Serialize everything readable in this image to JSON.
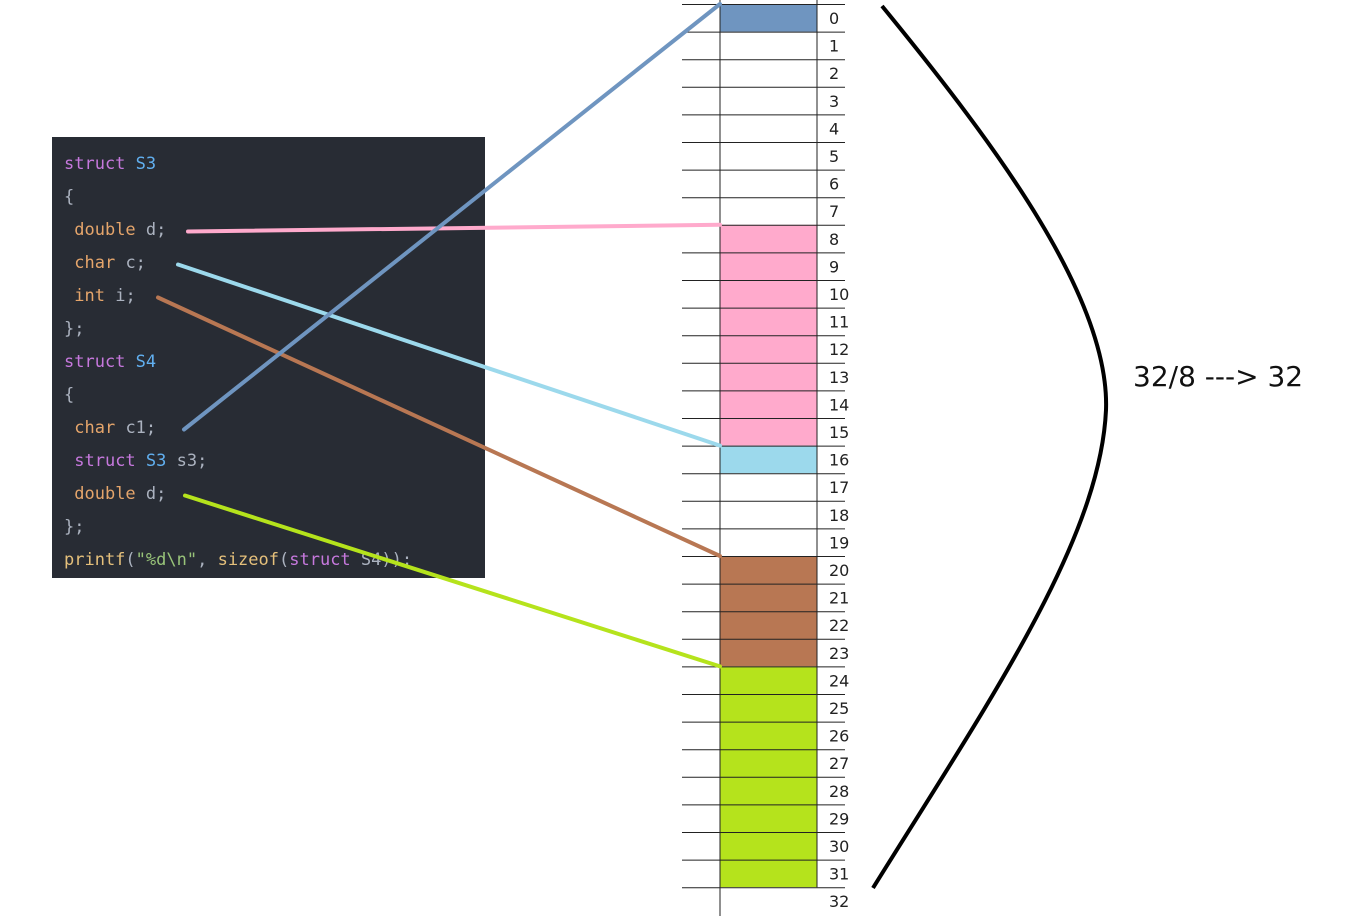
{
  "code": [
    [
      {
        "t": "struct",
        "c": "kw"
      },
      {
        "t": " ",
        "c": "plain"
      },
      {
        "t": "S3",
        "c": "name"
      }
    ],
    [
      {
        "t": "{",
        "c": "plain"
      }
    ],
    [
      {
        "t": " ",
        "c": "plain"
      },
      {
        "t": "double",
        "c": "type"
      },
      {
        "t": " d;",
        "c": "plain"
      }
    ],
    [
      {
        "t": " ",
        "c": "plain"
      },
      {
        "t": "char",
        "c": "type"
      },
      {
        "t": " c;",
        "c": "plain"
      }
    ],
    [
      {
        "t": " ",
        "c": "plain"
      },
      {
        "t": "int",
        "c": "type"
      },
      {
        "t": " i;",
        "c": "plain"
      }
    ],
    [
      {
        "t": "};",
        "c": "plain"
      }
    ],
    [
      {
        "t": "struct",
        "c": "kw"
      },
      {
        "t": " ",
        "c": "plain"
      },
      {
        "t": "S4",
        "c": "name"
      }
    ],
    [
      {
        "t": "{",
        "c": "plain"
      }
    ],
    [
      {
        "t": " ",
        "c": "plain"
      },
      {
        "t": "char",
        "c": "type"
      },
      {
        "t": " c1;",
        "c": "plain"
      }
    ],
    [
      {
        "t": " ",
        "c": "plain"
      },
      {
        "t": "struct",
        "c": "kw"
      },
      {
        "t": " ",
        "c": "plain"
      },
      {
        "t": "S3",
        "c": "name"
      },
      {
        "t": " s3;",
        "c": "plain"
      }
    ],
    [
      {
        "t": " ",
        "c": "plain"
      },
      {
        "t": "double",
        "c": "type"
      },
      {
        "t": " d;",
        "c": "plain"
      }
    ],
    [
      {
        "t": "};",
        "c": "plain"
      }
    ],
    [
      {
        "t": "printf",
        "c": "fn"
      },
      {
        "t": "(",
        "c": "plain"
      },
      {
        "t": "\"%d\\n\"",
        "c": "str"
      },
      {
        "t": ", ",
        "c": "plain"
      },
      {
        "t": "sizeof",
        "c": "fn"
      },
      {
        "t": "(",
        "c": "plain"
      },
      {
        "t": "struct",
        "c": "kw"
      },
      {
        "t": " S4));",
        "c": "plain"
      }
    ]
  ],
  "memory": {
    "indices": [
      "0",
      "1",
      "2",
      "3",
      "4",
      "5",
      "6",
      "7",
      "8",
      "9",
      "10",
      "11",
      "12",
      "13",
      "14",
      "15",
      "16",
      "17",
      "18",
      "19",
      "20",
      "21",
      "22",
      "23",
      "24",
      "25",
      "26",
      "27",
      "28",
      "29",
      "30",
      "31",
      "32"
    ],
    "blocks": [
      {
        "member": "c1",
        "start": 0,
        "end": 1,
        "color": "#6f95c0"
      },
      {
        "member": "d",
        "start": 8,
        "end": 16,
        "color": "#ffaacc"
      },
      {
        "member": "c",
        "start": 16,
        "end": 17,
        "color": "#9cd9ec"
      },
      {
        "member": "i",
        "start": 20,
        "end": 24,
        "color": "#b87753"
      },
      {
        "member": "d",
        "start": 24,
        "end": 32,
        "color": "#b5e31c"
      }
    ]
  },
  "connectors": [
    {
      "member": "double d (S3)",
      "color": "#ffaacc",
      "line": 2,
      "block": 8
    },
    {
      "member": "char c",
      "color": "#9cd9ec",
      "line": 3,
      "block": 16
    },
    {
      "member": "int i",
      "color": "#b87753",
      "line": 4,
      "block": 20
    },
    {
      "member": "char c1",
      "color": "#6f95c0",
      "line": 8,
      "block": 0
    },
    {
      "member": "double d (S4)",
      "color": "#b5e31c",
      "line": 10,
      "block": 24
    }
  ],
  "result": "32/8 ---> 32"
}
